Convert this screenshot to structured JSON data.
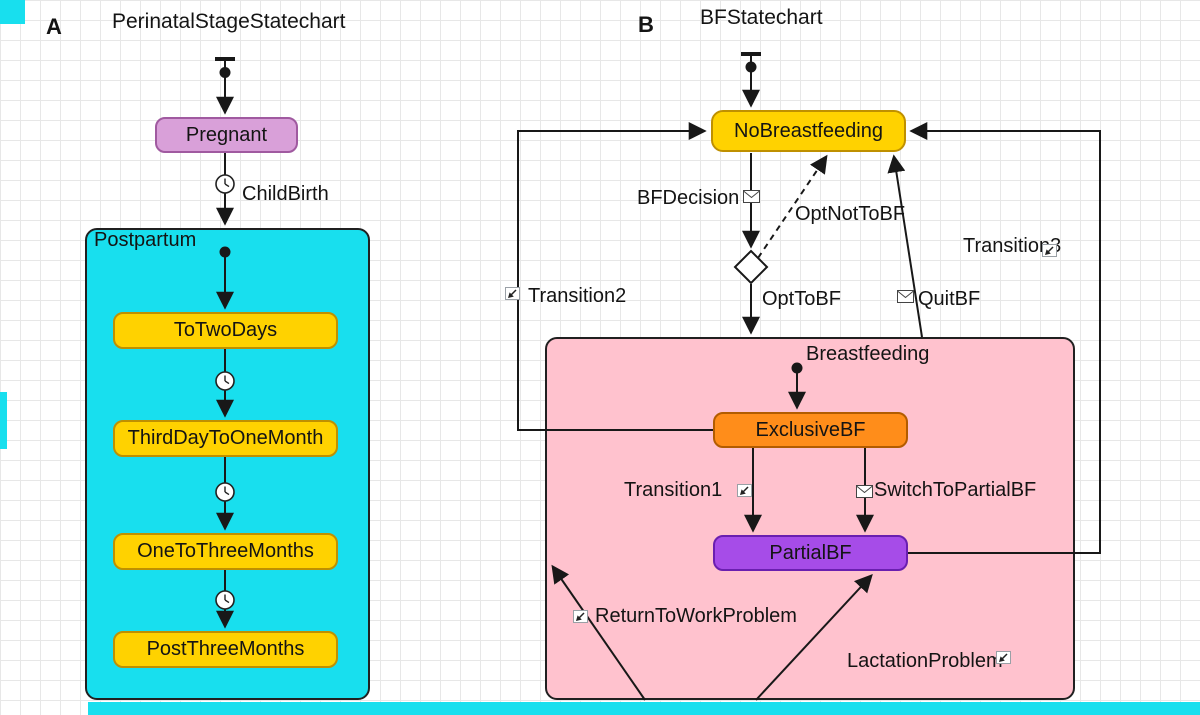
{
  "colors": {
    "grid": "#e7e7e7",
    "cyan": "#18dfee",
    "gold": "#ffd200",
    "goldBorder": "#bf9000",
    "plum": "#d9a0d9",
    "plumBorder": "#a05aa0",
    "orange": "#ff8d1a",
    "orangeBorder": "#b35c00",
    "purple": "#a64ce8",
    "purpleBorder": "#6a1fb0",
    "pink": "#ffc2ce",
    "compositeBorder": "#202020",
    "line": "#181818"
  },
  "panelA": {
    "label": "A",
    "title": "PerinatalStageStatechart",
    "states": {
      "pregnant": "Pregnant",
      "postpartum": "Postpartum",
      "toTwoDays": "ToTwoDays",
      "thirdDayToOneMonth": "ThirdDayToOneMonth",
      "oneToThreeMonths": "OneToThreeMonths",
      "postThreeMonths": "PostThreeMonths"
    },
    "transitions": {
      "childBirth": "ChildBirth"
    }
  },
  "panelB": {
    "label": "B",
    "title": "BFStatechart",
    "states": {
      "noBreastfeeding": "NoBreastfeeding",
      "breastfeeding": "Breastfeeding",
      "exclusiveBF": "ExclusiveBF",
      "partialBF": "PartialBF"
    },
    "transitions": {
      "bfDecision": "BFDecision",
      "optNotToBF": "OptNotToBF",
      "optToBF": "OptToBF",
      "quitBF": "QuitBF",
      "transition1": "Transition1",
      "transition2": "Transition2",
      "transition3": "Transition3",
      "switchToPartialBF": "SwitchToPartialBF",
      "returnToWorkProblem": "ReturnToWorkProblem",
      "lactationProblem": "LactationProblem"
    }
  }
}
